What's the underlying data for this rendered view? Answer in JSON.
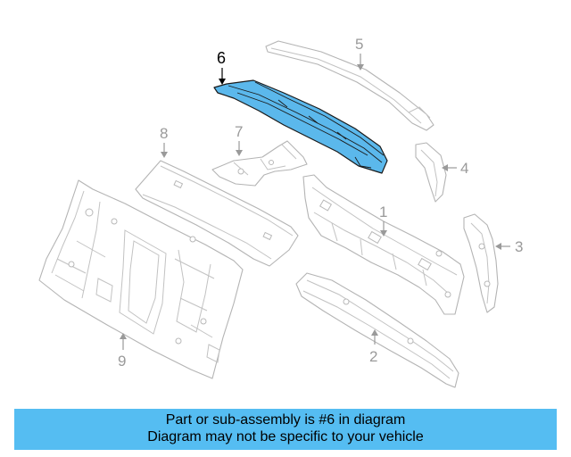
{
  "callouts": {
    "c1": "1",
    "c2": "2",
    "c3": "3",
    "c4": "4",
    "c5": "5",
    "c6": "6",
    "c7": "7",
    "c8": "8",
    "c9": "9"
  },
  "highlighted_part": "6",
  "colors": {
    "highlight": "#5bb8ec",
    "banner": "#55bdf2",
    "line_art": "#b4b4b4"
  },
  "banner": {
    "line1": "Part or sub-assembly is #6 in diagram",
    "line2": "Diagram may not be specific to your vehicle"
  }
}
